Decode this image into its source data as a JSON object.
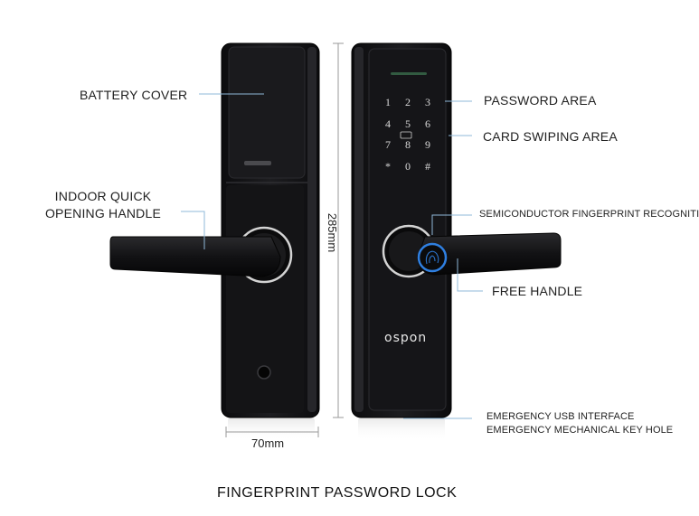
{
  "labels": {
    "battery_cover": "BATTERY COVER",
    "indoor_handle_line1": "INDOOR QUICK",
    "indoor_handle_line2": "OPENING HANDLE",
    "password_area": "PASSWORD AREA",
    "card_area": "CARD SWIPING AREA",
    "fingerprint": "SEMICONDUCTOR FINGERPRINT RECOGNITION",
    "free_handle": "FREE HANDLE",
    "usb": "EMERGENCY USB INTERFACE",
    "key_hole": "EMERGENCY MECHANICAL KEY HOLE"
  },
  "dimensions": {
    "height": "285mm",
    "width": "70mm"
  },
  "keypad": [
    "1",
    "2",
    "3",
    "4",
    "5",
    "6",
    "7",
    "8",
    "9",
    "*",
    "0",
    "#"
  ],
  "brand": "ospon",
  "caption": "FINGERPRINT PASSWORD LOCK",
  "colors": {
    "body": "#131315",
    "panel": "#1c1c1f",
    "leader": "#8fb8d8",
    "fingerprint_ring": "#2f7fe0"
  }
}
